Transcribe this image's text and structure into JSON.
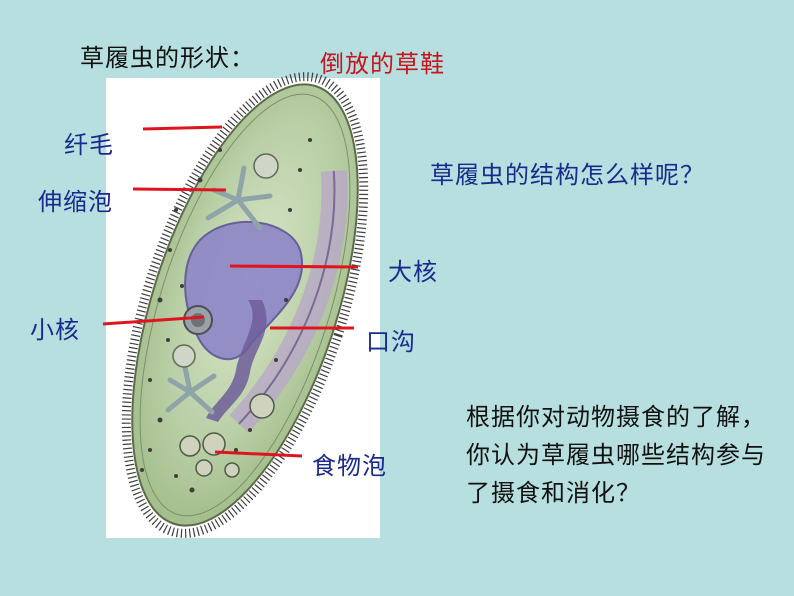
{
  "slide": {
    "heading": "草履虫的形状：",
    "shape_answer": "倒放的草鞋",
    "question_structure": "草履虫的结构怎么样呢？",
    "question_digestion": "根据你对动物摄食的了解，你认为草履虫哪些结构参与了摄食和消化？"
  },
  "labels": {
    "cilia": "纤毛",
    "contractile_vacuole": "伸缩泡",
    "macronucleus": "大核",
    "micronucleus": "小核",
    "oral_groove": "口沟",
    "food_vacuole": "食物泡"
  },
  "colors": {
    "background": "#b7dfe0",
    "heading_text": "#111111",
    "label_text": "#1a2a8c",
    "answer_text": "#c4161c",
    "leader_line": "#e0141e"
  }
}
